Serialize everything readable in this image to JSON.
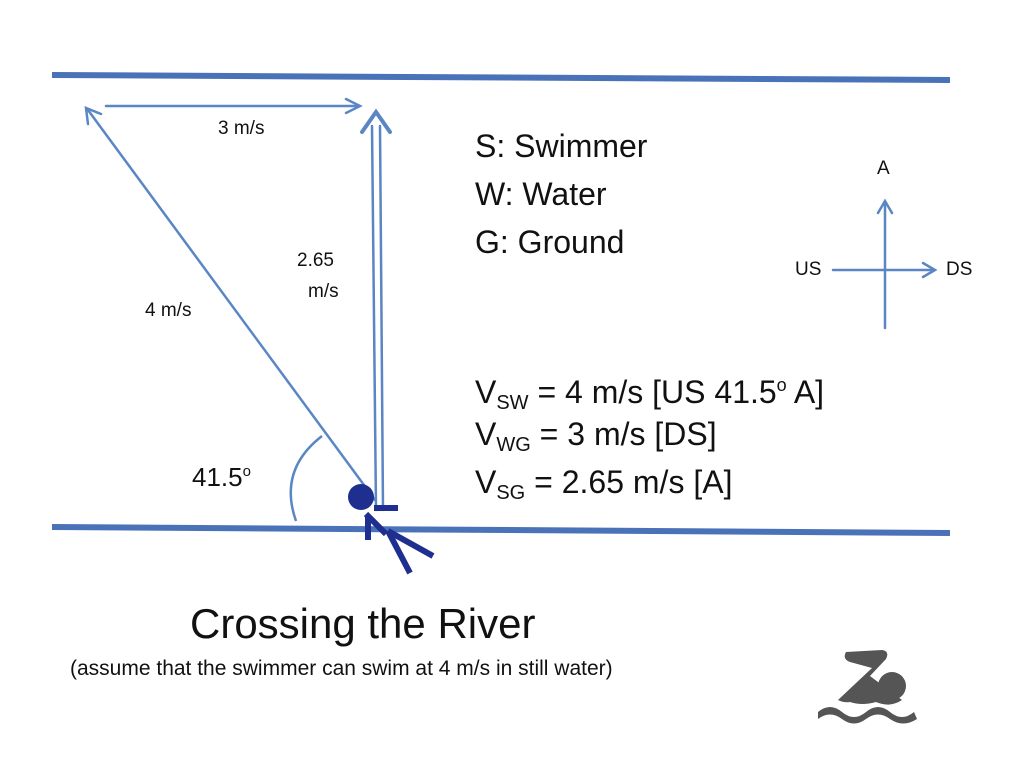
{
  "labels": {
    "top_velocity": "3 m/s",
    "hyp_velocity": "4 m/s",
    "vert_velocity_value": "2.65",
    "vert_velocity_unit": "m/s",
    "angle_value": "41.5",
    "angle_degree": "o"
  },
  "legend": [
    "S:  Swimmer",
    "W:  Water",
    "G:  Ground"
  ],
  "compass": {
    "north": "A",
    "west": "US",
    "east": "DS"
  },
  "equations": [
    {
      "v": "V",
      "sub": "SW",
      "pre": " = 4 m/s [US 41.5",
      "sup": "o",
      "post": " A]"
    },
    {
      "v": "V",
      "sub": "WG",
      "pre": " = 3 m/s [DS]",
      "sup": "",
      "post": ""
    },
    {
      "v": "V",
      "sub": "SG",
      "pre": " = 2.65 m/s [A]",
      "sup": "",
      "post": ""
    }
  ],
  "title": "Crossing the River",
  "subtitle": "(assume that the swimmer can swim at 4 m/s in still water)",
  "colors": {
    "bank": "#4a72b8",
    "vector": "#5a86c4",
    "figure": "#1f2f8f",
    "icon": "#555555"
  },
  "icons": [
    "swimmer-figure",
    "swimmer-icon"
  ]
}
